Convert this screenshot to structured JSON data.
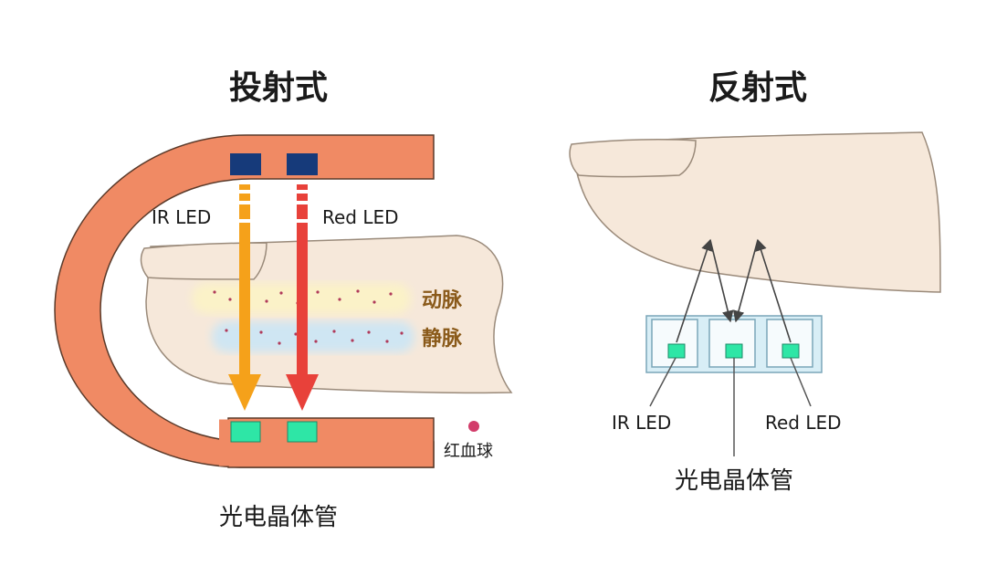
{
  "left": {
    "title": "投射式",
    "ir_led_label": "IR LED",
    "red_led_label": "Red LED",
    "artery_label": "动脉",
    "vein_label": "静脉",
    "rbc_label": "红血球",
    "photo_label": "光电晶体管"
  },
  "right": {
    "title": "反射式",
    "ir_led_label": "IR LED",
    "red_led_label": "Red LED",
    "photo_label": "光电晶体管"
  },
  "colors": {
    "clip": "#f08a64",
    "finger": "#f6e8da",
    "emitter": "#163a7a",
    "sensor": "#2ee6a6",
    "ir_arrow": "#f5a11a",
    "red_arrow": "#e8413a",
    "artery_band": "#fbf2c8",
    "vein_band": "#cfe6f3",
    "rbc": "#d23c6a",
    "housing": "#d8eef6"
  }
}
